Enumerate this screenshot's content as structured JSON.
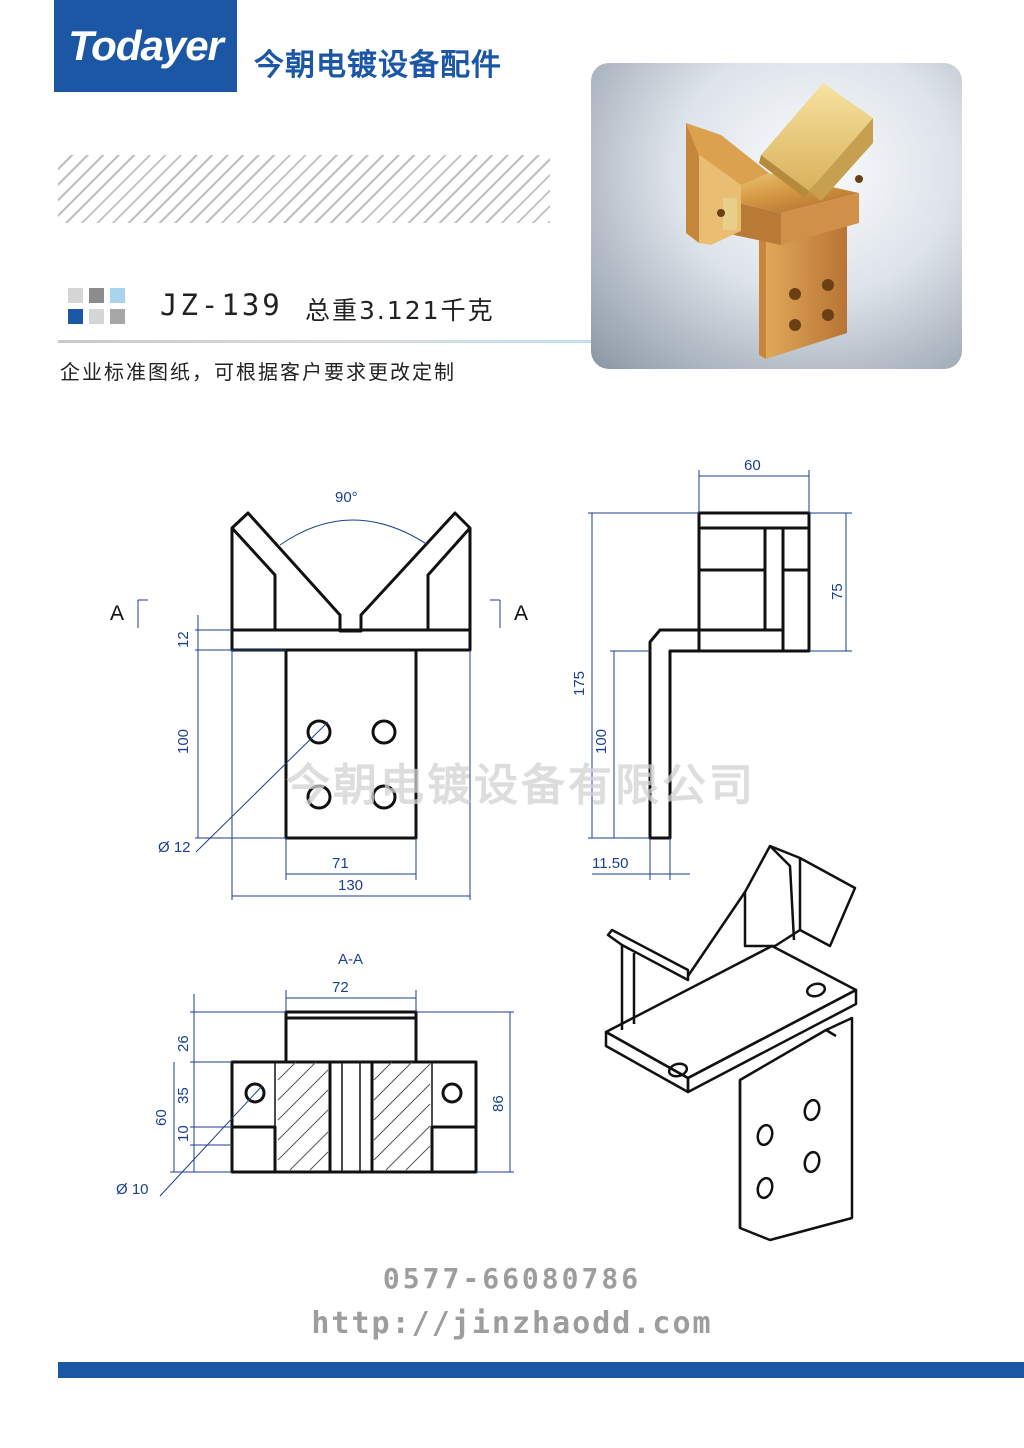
{
  "brand": {
    "name": "Todayer",
    "company": "今朝电镀设备配件",
    "color": "#1b57a4"
  },
  "product": {
    "model": "JZ-139",
    "weight": "总重3.121千克"
  },
  "note": "企业标准图纸，可根据客户要求更改定制",
  "watermark": "今朝电镀设备有限公司",
  "contact": {
    "phone": "0577-66080786",
    "website": "http://jinzhaodd.com"
  },
  "drawing": {
    "angle": "90°",
    "section_mark": "A",
    "section_title": "A-A",
    "dims": {
      "front": {
        "d12": "12",
        "d100": "100",
        "hole": "Ø 12",
        "d71": "71",
        "d130": "130"
      },
      "side": {
        "d60": "60",
        "d75": "75",
        "d175": "175",
        "d100": "100",
        "d1150": "11.50"
      },
      "section": {
        "d72": "72",
        "d26": "26",
        "d35": "35",
        "d10": "10",
        "d60": "60",
        "d86": "86",
        "hole": "Ø 10"
      }
    }
  }
}
